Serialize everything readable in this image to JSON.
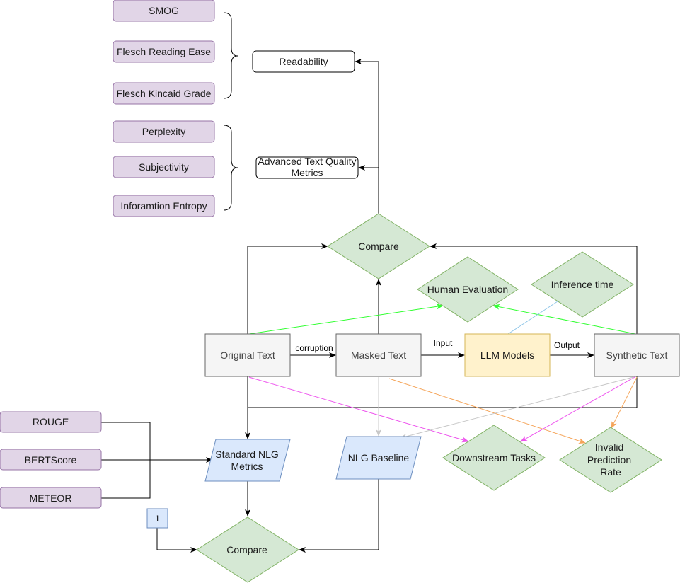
{
  "colors": {
    "purple_fill": "#e1d5e7",
    "purple_stroke": "#9673a6",
    "green_fill": "#d5e8d4",
    "green_stroke": "#82b366",
    "blue_fill": "#dae8fc",
    "blue_stroke": "#6c8ebf",
    "yellow_fill": "#fff2cc",
    "yellow_stroke": "#d6b656",
    "grey_fill": "#f5f5f5",
    "grey_stroke": "#666666",
    "edge_green": "#33ff33",
    "edge_magenta": "#ee55ee",
    "edge_orange": "#f5a55a",
    "edge_grey": "#c8c8c8",
    "edge_lightblue": "#8ec5e8"
  },
  "readability": {
    "metrics": [
      "SMOG",
      "Flesch Reading Ease",
      "Flesch Kincaid Grade"
    ],
    "label": "Readability"
  },
  "advanced": {
    "metrics": [
      "Perplexity",
      "Subjectivity",
      "Inforamtion Entropy"
    ],
    "label_line1": "Advanced Text Quality",
    "label_line2": "Metrics"
  },
  "compare_top": "Compare",
  "human_evaluation": "Human Evaluation",
  "inference_time": "Inference time",
  "pipeline": {
    "original": "Original Text",
    "corruption": "corruption",
    "masked": "Masked Text",
    "input": "Input",
    "llm": "LLM Models",
    "output": "Output",
    "synthetic": "Synthetic Text"
  },
  "nlg_metrics": [
    "ROUGE",
    "BERTScore",
    "METEOR"
  ],
  "standard_nlg": {
    "line1": "Standard NLG",
    "line2": "Metrics"
  },
  "nlg_baseline": "NLG Baseline",
  "downstream": "Downstream Tasks",
  "invalid": {
    "line1": "Invalid",
    "line2": "Prediction",
    "line3": "Rate"
  },
  "badge": "1",
  "compare_bottom": "Compare"
}
